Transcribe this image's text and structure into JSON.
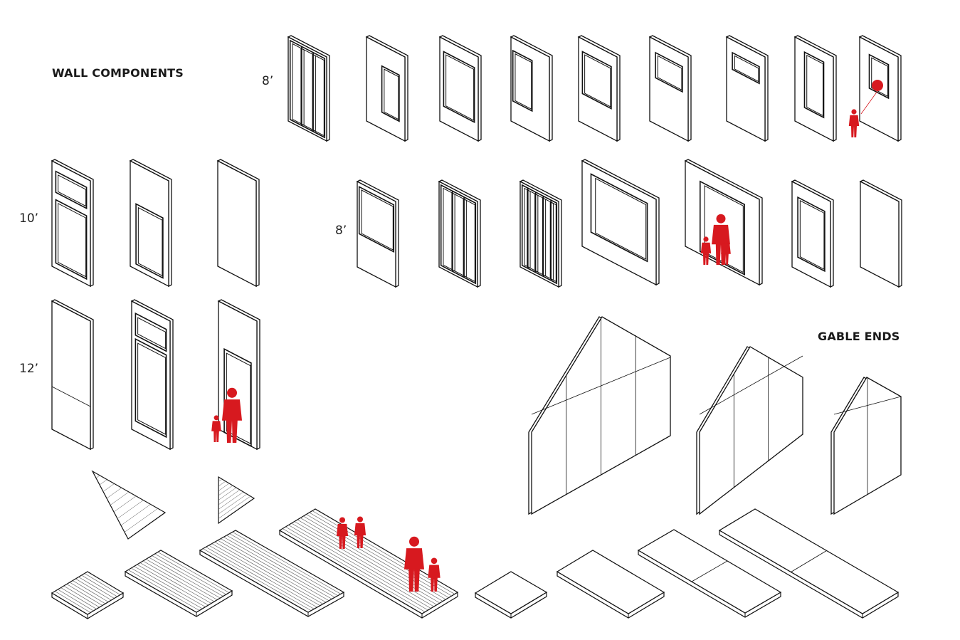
{
  "titles": {
    "wall_components": "WALL COMPONENTS",
    "gable_ends": "GABLE ENDS"
  },
  "row_labels": {
    "row1": "8’",
    "row2_left": "10’",
    "row2_right": "8’",
    "row3": "12’"
  },
  "colors": {
    "line": "#111111",
    "figure": "#d7191f"
  }
}
